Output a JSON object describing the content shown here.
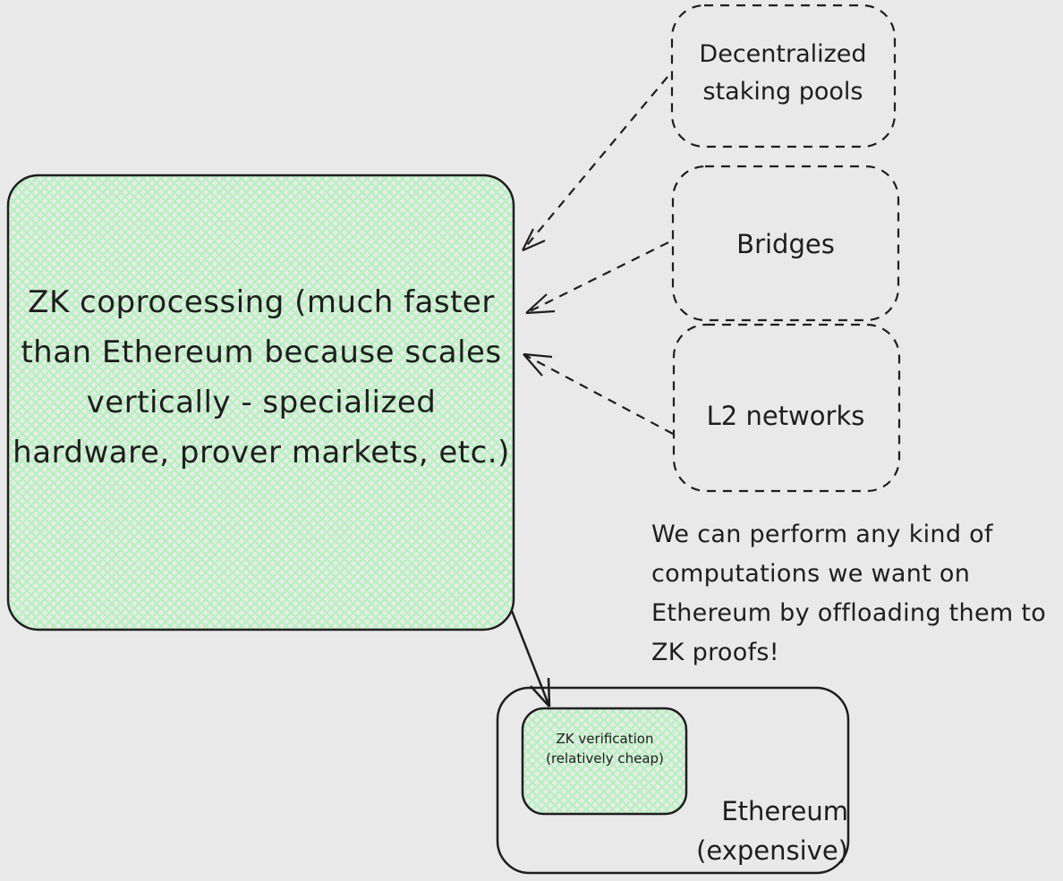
{
  "diagram": {
    "background_color": "#e9e9e9",
    "stroke_color": "#1e1e1e",
    "fill_hatch_color": "#b2f2bb",
    "nodes": {
      "zk_coprocessing": {
        "text": "ZK coprocessing (much faster than Ethereum because scales vertically - specialized hardware, prover markets, etc.)",
        "style": "solid, green hatch fill"
      },
      "decentralized_staking_pools": {
        "text": "Decentralized staking pools",
        "style": "dashed"
      },
      "bridges": {
        "text": "Bridges",
        "style": "dashed"
      },
      "l2_networks": {
        "text": "L2 networks",
        "style": "dashed"
      },
      "ethereum": {
        "text": "Ethereum (expensive)",
        "style": "solid"
      },
      "zk_verification": {
        "text": "ZK verification (relatively cheap)",
        "style": "solid, green hatch fill"
      }
    },
    "note": {
      "text": "We can perform any kind of computations we want on Ethereum by offloading them to ZK proofs!"
    },
    "edges": [
      {
        "from": "decentralized_staking_pools",
        "to": "zk_coprocessing",
        "style": "dashed"
      },
      {
        "from": "bridges",
        "to": "zk_coprocessing",
        "style": "dashed"
      },
      {
        "from": "l2_networks",
        "to": "zk_coprocessing",
        "style": "dashed"
      },
      {
        "from": "zk_coprocessing",
        "to": "zk_verification",
        "style": "solid"
      }
    ]
  }
}
